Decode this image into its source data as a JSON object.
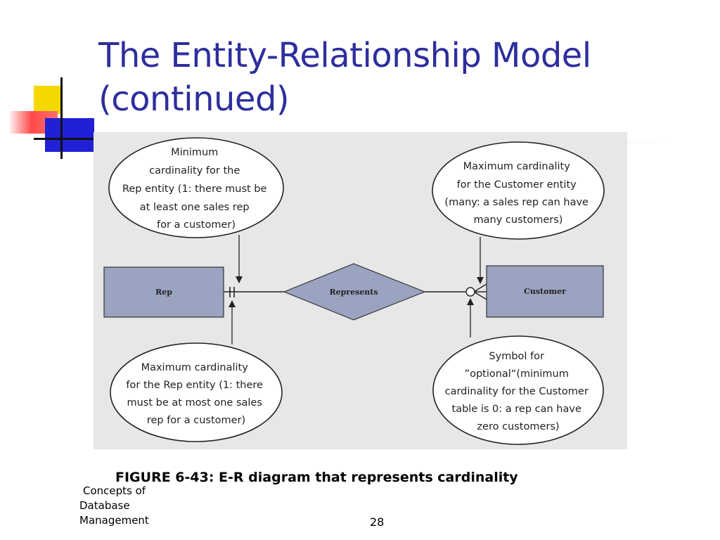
{
  "slide": {
    "title_lines": [
      "The Entity-Relationship Model",
      "(continued)"
    ],
    "caption": "FIGURE 6-43: E-R diagram that represents cardinality",
    "footer_lines": [
      "Concepts of",
      "Database",
      "Management"
    ],
    "page_number": "28"
  },
  "diagram": {
    "entities": {
      "left": "Rep",
      "right": "Customer"
    },
    "relationship": "Represents",
    "bubbles": {
      "top_left": [
        "Minimum",
        "cardinality for the",
        "Rep entity (1: there must be",
        "at least one sales rep",
        "for a customer)"
      ],
      "top_right": [
        "Maximum cardinality",
        "for the Customer entity",
        "(many: a sales rep can have",
        "many customers)"
      ],
      "bottom_left": [
        "Maximum cardinality",
        "for the Rep entity (1: there",
        "must be at most one sales",
        "rep for a customer)"
      ],
      "bottom_right": [
        "Symbol for",
        "”optional“(minimum",
        "cardinality for the Customer",
        "table is 0: a rep can have",
        "zero customers)"
      ]
    },
    "colors": {
      "entity_fill": "#9aa3c0",
      "relationship_fill": "#9aa3c0",
      "panel_background": "#e7e7e7",
      "title_color": "#2e2e9e"
    }
  }
}
